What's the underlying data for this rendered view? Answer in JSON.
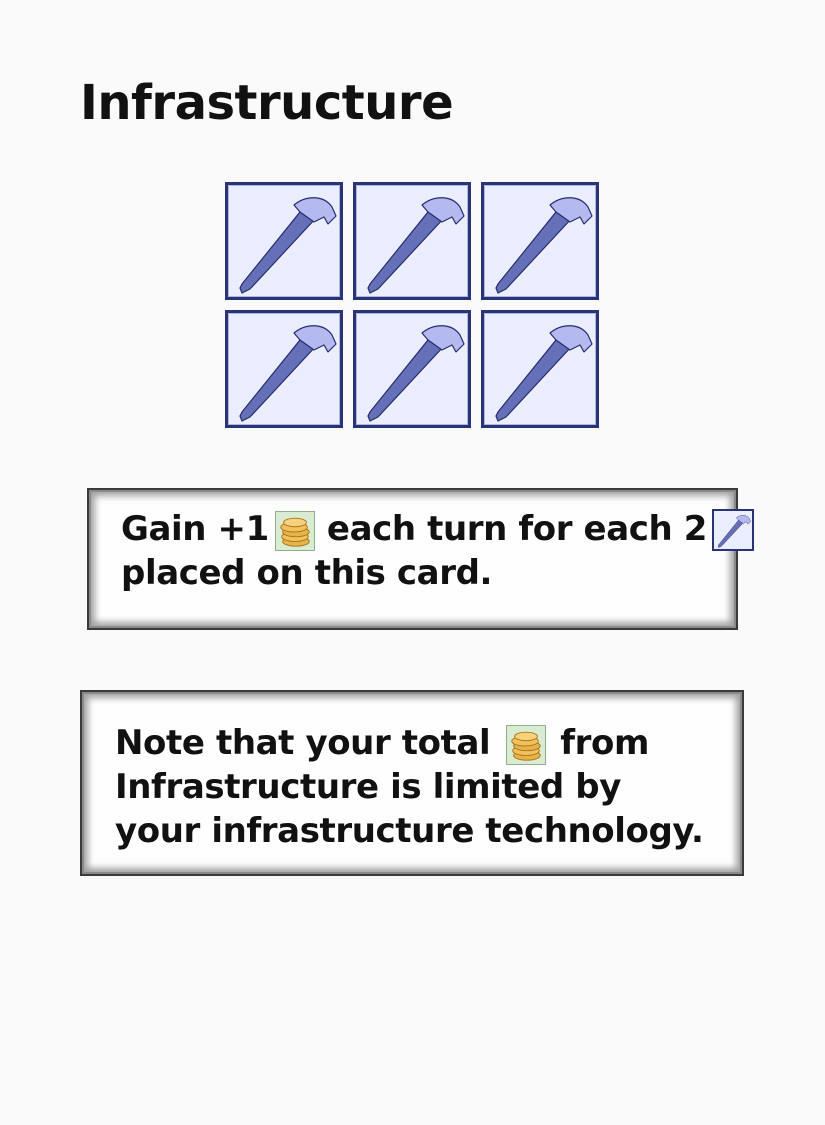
{
  "card": {
    "title": "Infrastructure"
  },
  "slots": {
    "count": 6,
    "icon": "hammer-icon",
    "colors": {
      "slot_fill": "#ebeefe",
      "slot_border": "#2b3377",
      "hammer_handle": "#6670b8",
      "hammer_head": "#b4baf0"
    }
  },
  "rules": {
    "gain": {
      "line1_prefix": "Gain +1",
      "line1_middle": "each turn for each 2",
      "line2": "placed on this card.",
      "icons": [
        "coin-icon",
        "hammer-icon"
      ]
    },
    "note": {
      "line1_prefix": "Note that your total",
      "line1_suffix": "from",
      "line2": "Infrastructure is limited by",
      "line3": "your infrastructure technology.",
      "icons": [
        "coin-icon"
      ]
    }
  },
  "icon_colors": {
    "coin": "#e8b24a",
    "coin_edge": "#a9741b",
    "coin_tile": "#d9ecd1"
  }
}
